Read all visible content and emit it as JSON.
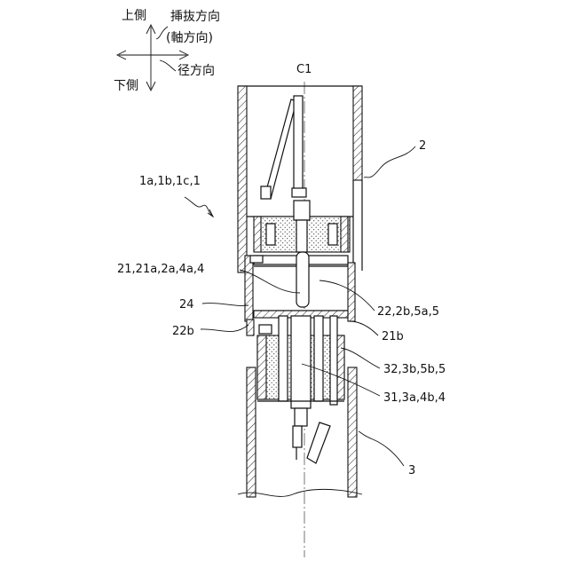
{
  "direction_key": {
    "upper_side": "上側",
    "lower_side": "下側",
    "insertion_direction": "挿抜方向",
    "axial_direction": "(軸方向)",
    "radial_direction": "径方向"
  },
  "center_axis_label": "C1",
  "part_labels": {
    "connector_assembly": "1a,1b,1c,1",
    "upper_body": "2",
    "lower_body": "3",
    "first_housing": "21,21a,2a,4a,4",
    "seal": "24",
    "flange_22b": "22b",
    "inner_22": "22,2b,5a,5",
    "part_21b": "21b",
    "part_32": "32,3b,5b,5",
    "part_31": "31,3a,4b,4"
  }
}
